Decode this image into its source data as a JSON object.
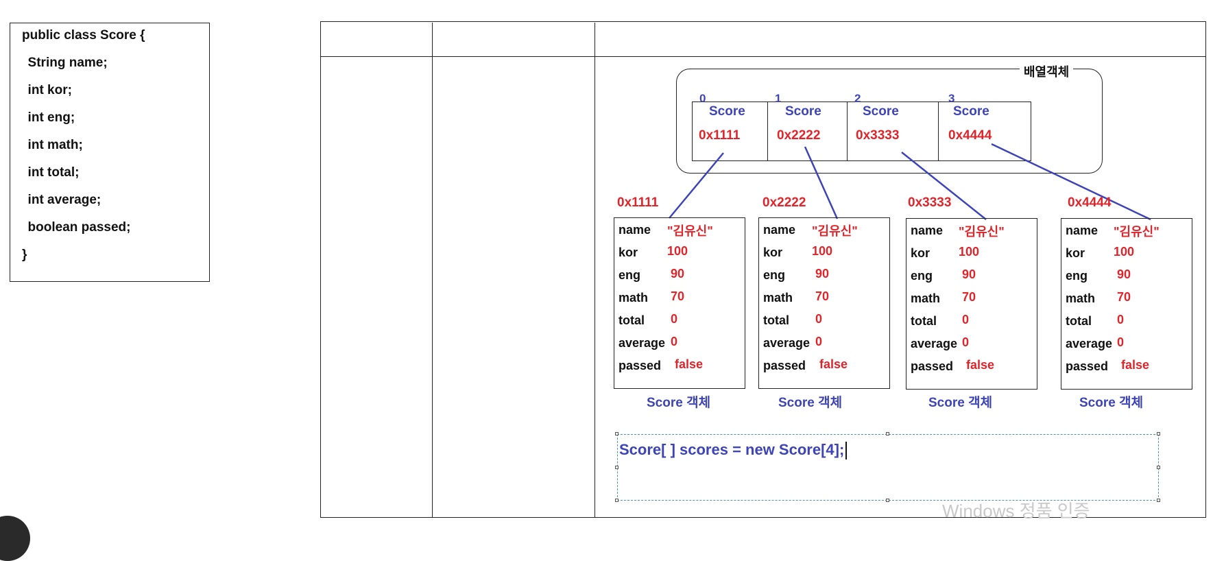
{
  "code_block": {
    "lines": [
      "public class Score {",
      "  String name;",
      "  int kor;",
      "  int eng;",
      "  int math;",
      "  int total;",
      "  int average;",
      "  boolean passed;",
      "}"
    ]
  },
  "array_object": {
    "label": "배열객체",
    "cells": [
      {
        "index": "0",
        "type": "Score",
        "ref": "0x1111"
      },
      {
        "index": "1",
        "type": "Score",
        "ref": "0x2222"
      },
      {
        "index": "2",
        "type": "Score",
        "ref": "0x3333"
      },
      {
        "index": "3",
        "type": "Score",
        "ref": "0x4444"
      }
    ]
  },
  "score_objects": [
    {
      "address": "0x1111",
      "fields": [
        {
          "name": "name",
          "value": "\"김유신\""
        },
        {
          "name": "kor",
          "value": "100"
        },
        {
          "name": "eng",
          "value": "90"
        },
        {
          "name": "math",
          "value": "70"
        },
        {
          "name": "total",
          "value": "0"
        },
        {
          "name": "average",
          "value": "0"
        },
        {
          "name": "passed",
          "value": "false"
        }
      ],
      "caption": "Score 객체"
    },
    {
      "address": "0x2222",
      "fields": [
        {
          "name": "name",
          "value": "\"김유신\""
        },
        {
          "name": "kor",
          "value": "100"
        },
        {
          "name": "eng",
          "value": "90"
        },
        {
          "name": "math",
          "value": "70"
        },
        {
          "name": "total",
          "value": "0"
        },
        {
          "name": "average",
          "value": "0"
        },
        {
          "name": "passed",
          "value": "false"
        }
      ],
      "caption": "Score 객체"
    },
    {
      "address": "0x3333",
      "fields": [
        {
          "name": "name",
          "value": "\"김유신\""
        },
        {
          "name": "kor",
          "value": "100"
        },
        {
          "name": "eng",
          "value": "90"
        },
        {
          "name": "math",
          "value": "70"
        },
        {
          "name": "total",
          "value": "0"
        },
        {
          "name": "average",
          "value": "0"
        },
        {
          "name": "passed",
          "value": "false"
        }
      ],
      "caption": "Score 객체"
    },
    {
      "address": "0x4444",
      "fields": [
        {
          "name": "name",
          "value": "\"김유신\""
        },
        {
          "name": "kor",
          "value": "100"
        },
        {
          "name": "eng",
          "value": "90"
        },
        {
          "name": "math",
          "value": "70"
        },
        {
          "name": "total",
          "value": "0"
        },
        {
          "name": "average",
          "value": "0"
        },
        {
          "name": "passed",
          "value": "false"
        }
      ],
      "caption": "Score 객체"
    }
  ],
  "statement": "Score[ ] scores = new Score[4];",
  "watermark": "Windows 정품 인증",
  "colors": {
    "reference_blue": "#3c44b8",
    "value_red": "#e0242a",
    "selection_dashed": "#4a8fd0"
  }
}
